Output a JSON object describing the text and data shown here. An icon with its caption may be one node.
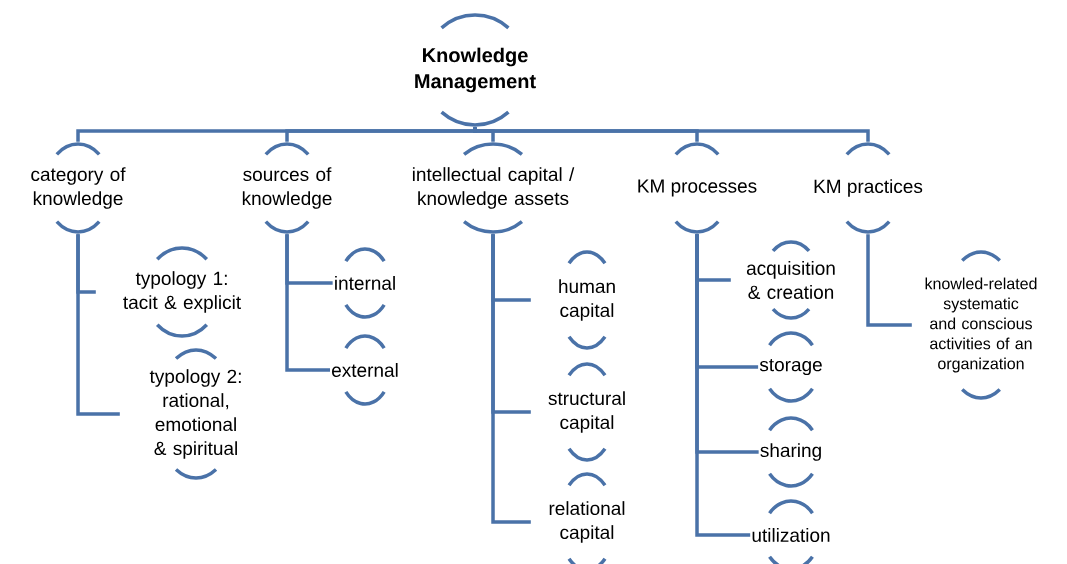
{
  "diagram": {
    "nodes": [
      {
        "text": [
          "Knowledge Management"
        ]
      },
      {
        "text": [
          "category of knowledge"
        ]
      },
      {
        "text": [
          "sources of knowledge"
        ]
      },
      {
        "text": [
          "intellectual capital / knowledge assets"
        ]
      },
      {
        "text": [
          "KM processes"
        ]
      },
      {
        "text": [
          "KM practices"
        ]
      },
      {
        "text": [
          "typology 1:",
          "tacit & explicit"
        ]
      },
      {
        "text": [
          "typology 2:",
          "rational, emotional & spiritual"
        ]
      },
      {
        "text": [
          "internal"
        ]
      },
      {
        "text": [
          "external"
        ]
      },
      {
        "text": [
          "human capital"
        ]
      },
      {
        "text": [
          "structural capital"
        ]
      },
      {
        "text": [
          "relational capital"
        ]
      },
      {
        "text": [
          "acquisition & creation"
        ]
      },
      {
        "text": [
          "storage"
        ]
      },
      {
        "text": [
          "sharing"
        ]
      },
      {
        "text": [
          "utilization"
        ]
      },
      {
        "text": [
          "knowled-related systematic and conscious activities of an organization"
        ]
      }
    ],
    "edges": [
      {
        "from": 0,
        "to": 1,
        "arrow": "none"
      },
      {
        "from": 0,
        "to": 2,
        "arrow": "none"
      },
      {
        "from": 0,
        "to": 3,
        "arrow": "none"
      },
      {
        "from": 0,
        "to": 4,
        "arrow": "none"
      },
      {
        "from": 0,
        "to": 5,
        "arrow": "none"
      },
      {
        "from": 1,
        "to": 6,
        "arrow": "none"
      },
      {
        "from": 1,
        "to": 7,
        "arrow": "none"
      },
      {
        "from": 2,
        "to": 8,
        "arrow": "none"
      },
      {
        "from": 2,
        "to": 9,
        "arrow": "none"
      },
      {
        "from": 3,
        "to": 10,
        "arrow": "none"
      },
      {
        "from": 3,
        "to": 11,
        "arrow": "none"
      },
      {
        "from": 3,
        "to": 12,
        "arrow": "none"
      },
      {
        "from": 4,
        "to": 13,
        "arrow": "none"
      },
      {
        "from": 4,
        "to": 14,
        "arrow": "none"
      },
      {
        "from": 4,
        "to": 15,
        "arrow": "none"
      },
      {
        "from": 4,
        "to": 16,
        "arrow": "none"
      },
      {
        "from": 5,
        "to": 17,
        "arrow": "none"
      }
    ]
  }
}
